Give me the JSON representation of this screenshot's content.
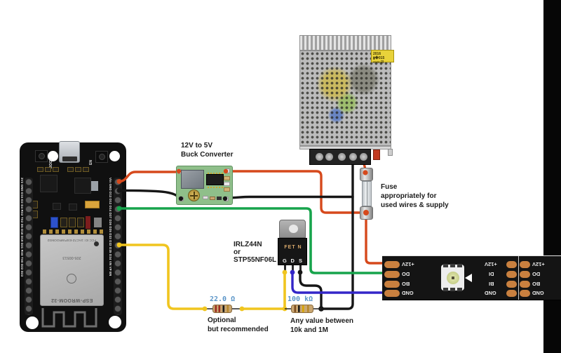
{
  "esp32": {
    "boot_label": "BOOT",
    "en_label": "EN",
    "left_pins": "3V3 GND D15 D2 D4 RX2 TX2 D5 D18 D19 D21 RX0 TX0 D22 D23",
    "right_pins": "Vin GND D13 D12 D14 D27 D26 D25 D33 D32 D35 D34 VN VP EN",
    "shield_fcc": "FCC ID: 2AC7Z-ESPWROOM32",
    "shield_model": "205-00513",
    "shield_name": "ESP-WROOM-32"
  },
  "buck": {
    "label_line1": "12V to 5V",
    "label_line2": "Buck Converter"
  },
  "psu": {
    "sticker": "2016"
  },
  "fuse": {
    "note_line1": "Fuse",
    "note_line2": "appropriately for",
    "note_line3": "used wires & supply"
  },
  "mosfet": {
    "label_line1": "IRLZ44N",
    "label_line2": "or",
    "label_line3": "STP55NF06L",
    "marking": "FET N",
    "pin_g": "G",
    "pin_d": "D",
    "pin_s": "S"
  },
  "gate_resistor": {
    "value": "22.0 Ω",
    "note_line1": "Optional",
    "note_line2": "but recommended"
  },
  "pulldown_resistor": {
    "value": "100 kΩ",
    "note_line1": "Any value between",
    "note_line2": "10k and 1M"
  },
  "led_strip": {
    "end_labels": [
      "+12V",
      "DO",
      "BO",
      "GND"
    ],
    "joint_in_labels": [
      "+12V",
      "DI",
      "BI",
      "GND"
    ],
    "joint_out_labels": [
      "+12V",
      "DO",
      "BO",
      "GND"
    ]
  },
  "colors": {
    "wire_red": "#d6491c",
    "wire_black": "#161616",
    "wire_green": "#17a44c",
    "wire_yellow": "#f0c51f",
    "wire_blue": "#3426c8",
    "value_text": "#5b95c8",
    "buck_pcb": "#8fbf8a",
    "strip_pad": "#c9803f"
  }
}
